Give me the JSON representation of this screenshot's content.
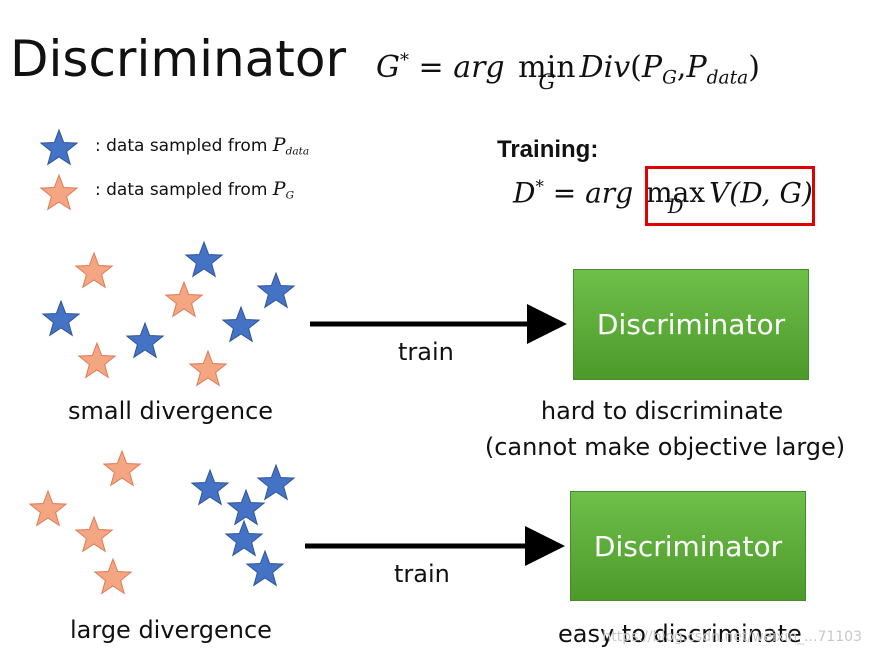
{
  "title": "Discriminator",
  "equation_top": {
    "lhs": "G",
    "sup": "*",
    "eq": " = ",
    "arg": "arg",
    "min": "min",
    "min_sub": "G",
    "div": "Div",
    "open": "(",
    "p1": "P",
    "p1_sub": "G",
    "comma": ",",
    "p2": "P",
    "p2_sub": "data",
    "close": ")"
  },
  "legend": {
    "blue": {
      "prefix": ": data sampled from ",
      "var": "P",
      "sub": "data"
    },
    "orange": {
      "prefix": ": data sampled from ",
      "var": "P",
      "sub": "G"
    }
  },
  "training_label": "Training:",
  "equation_training": {
    "lhs": "D",
    "sup": "*",
    "eq": " = ",
    "arg": "arg",
    "max": "max",
    "max_sub": "D",
    "v": "V(D, G)"
  },
  "rows": [
    {
      "train_label": "train",
      "left_label": "small divergence",
      "box_label": "Discriminator",
      "result_line1": "hard to discriminate",
      "result_line2": "(cannot make objective large)"
    },
    {
      "train_label": "train",
      "left_label": "large divergence",
      "box_label": "Discriminator",
      "result_line1": "easy to discriminate"
    }
  ],
  "colors": {
    "blue_star": "#4472c4",
    "orange_star": "#f4a582",
    "box_green": "#5daa35",
    "highlight": "#e00000"
  },
  "watermark": "https://blog.csdn.net/weixin_...71103"
}
